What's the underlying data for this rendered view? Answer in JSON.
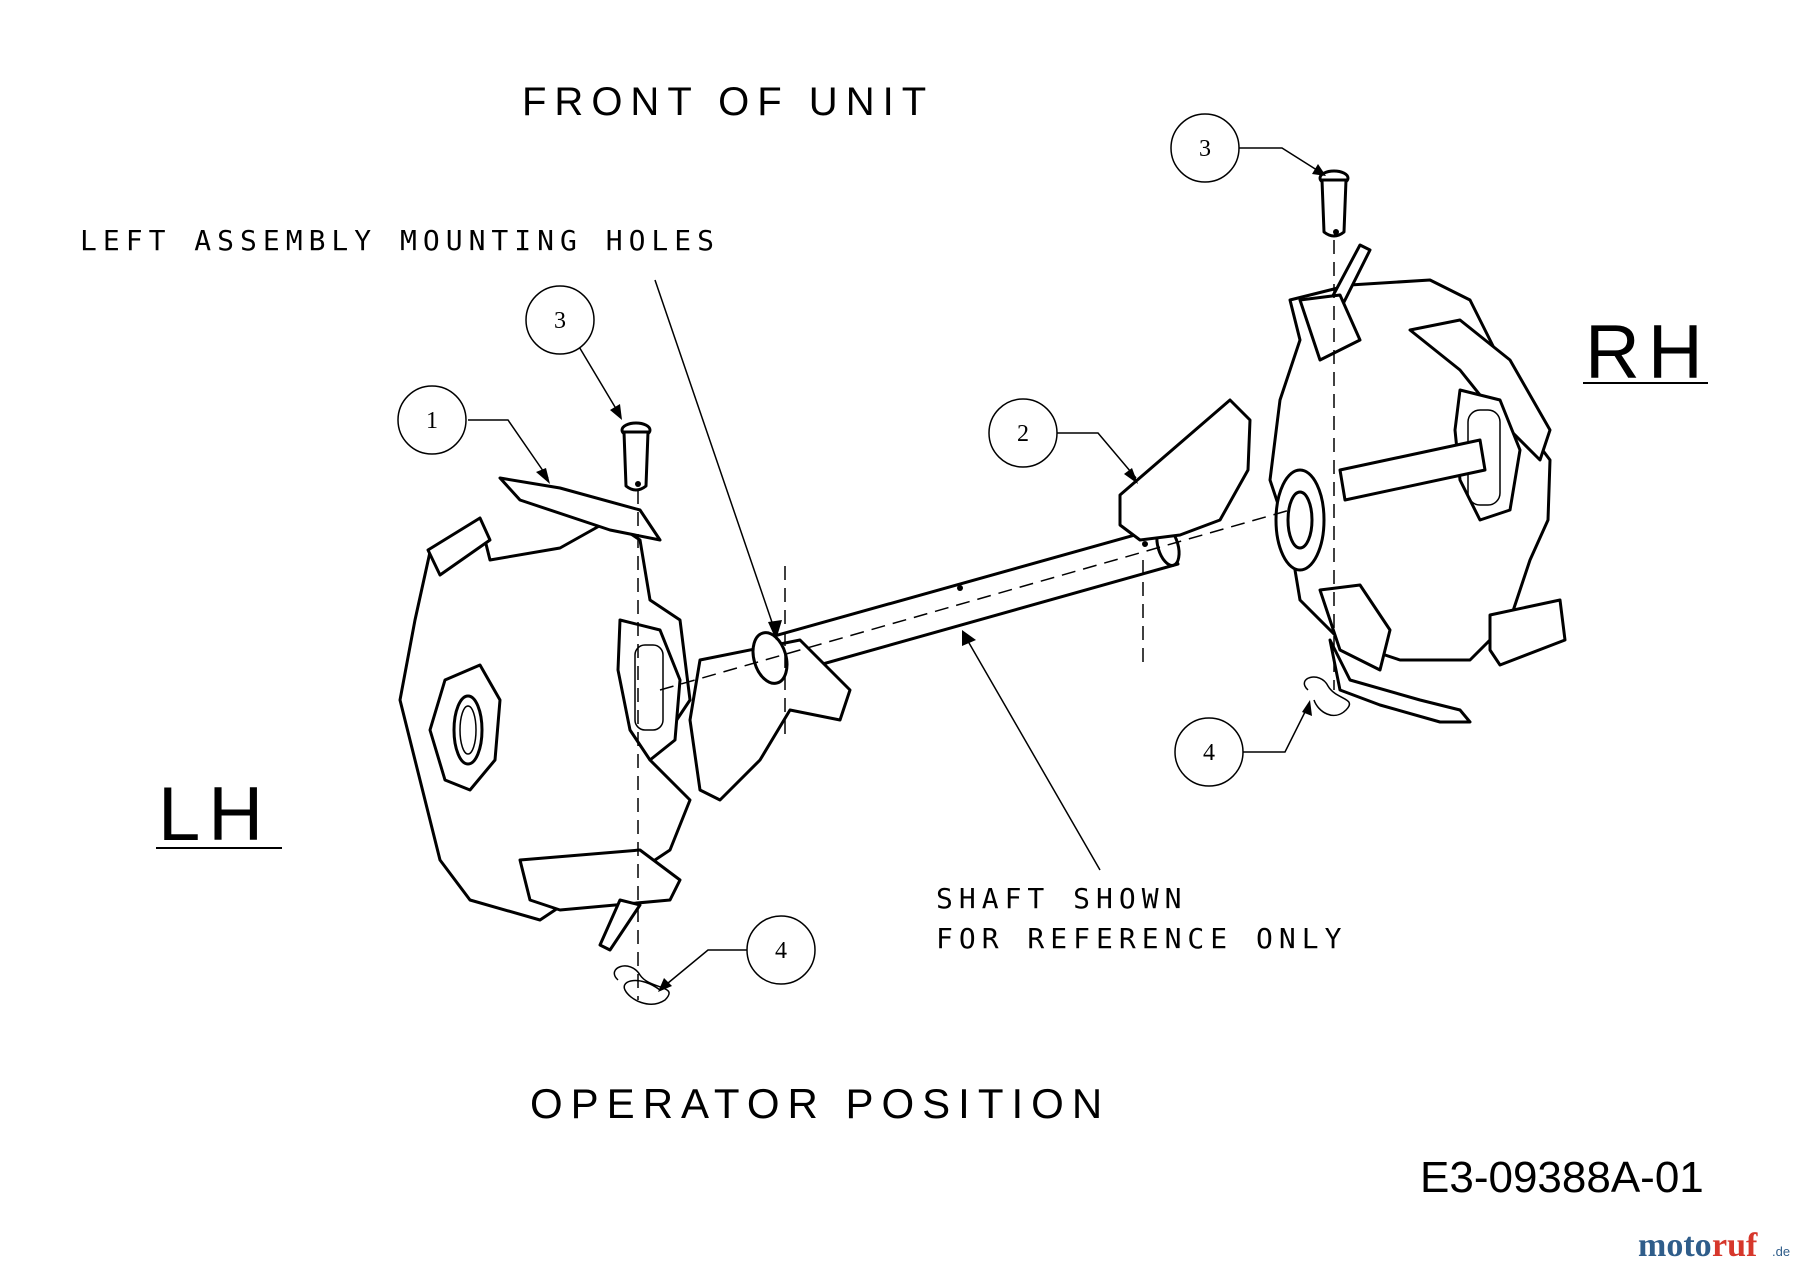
{
  "labels": {
    "front": "FRONT OF UNIT",
    "mounting_holes": "LEFT ASSEMBLY MOUNTING HOLES",
    "rh": "RH",
    "lh": "LH",
    "shaft_line1": "SHAFT SHOWN",
    "shaft_line2": "FOR REFERENCE ONLY",
    "operator": "OPERATOR POSITION",
    "drawing_number": "E3-09388A-01"
  },
  "callouts": {
    "c1": "1",
    "c2": "2",
    "c3_left": "3",
    "c3_right": "3",
    "c4_left": "4",
    "c4_right": "4"
  },
  "watermark": {
    "part1": "moto",
    "part2": "ruf",
    "suffix": ".de"
  }
}
